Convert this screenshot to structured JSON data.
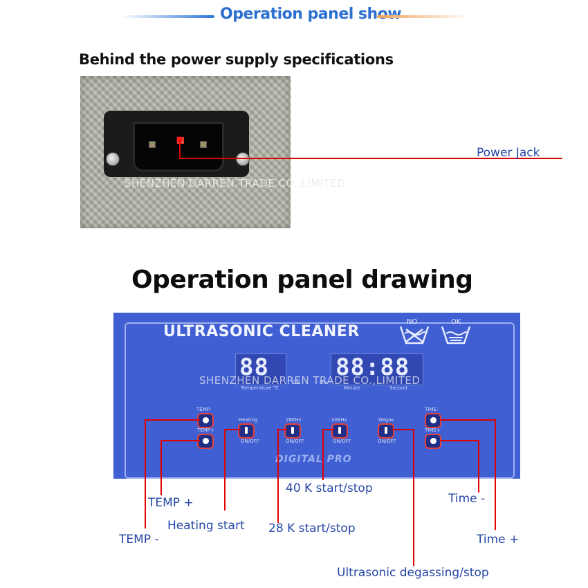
{
  "header": {
    "title": "Operation panel show"
  },
  "power_section": {
    "title": "Behind the power supply specifications",
    "callout": "Power Jack",
    "watermark": "SHENZHEN  DARREN TRADE CO.,LIMITED"
  },
  "panel_section": {
    "title": "Operation panel drawing",
    "panel": {
      "name": "ULTRASONIC CLEANER",
      "icon_no_label": "NO",
      "icon_ok_label": "OK",
      "temp_display": "88",
      "time_display": "88:88",
      "temp_label": "Temperature °C",
      "on_label_1": "ON",
      "on_label_2": "ON",
      "minute_label": "Minute",
      "second_label": "Second",
      "watermark": "SHENZHEN  DARREN TRADE CO.,LIMITED",
      "buttons": {
        "temp_minus": "TEMP-",
        "temp_plus": "TEMP+",
        "heating": "Heating",
        "k28": "28KHz",
        "k40": "40KHz",
        "degas": "Degas",
        "time_minus": "TIME-",
        "time_plus": "TIME+",
        "onoff": "ON/OFF"
      },
      "brand": "DIGITAL PRO"
    },
    "callouts": {
      "temp_plus": "TEMP +",
      "temp_minus": "TEMP -",
      "heating": "Heating start",
      "k28": "28 K start/stop",
      "k40": "40 K start/stop",
      "degas": "Ultrasonic degassing/stop",
      "time_minus": "Time -",
      "time_plus": "Time +"
    }
  },
  "colors": {
    "accent_blue": "#2b6fd1",
    "panel_blue": "#3f5fd2",
    "callout_red": "#e00000",
    "callout_text": "#2546a6"
  }
}
